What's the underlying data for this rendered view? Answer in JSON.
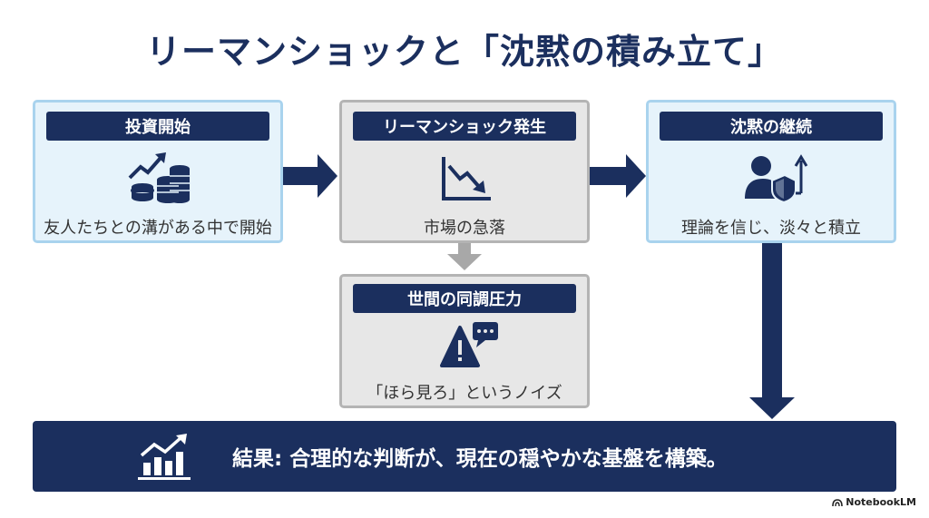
{
  "title": "リーマンショックと「沈黙の積み立て」",
  "cards": {
    "start": {
      "label": "投資開始",
      "caption": "友人たちとの溝がある中で開始"
    },
    "crash": {
      "label": "リーマンショック発生",
      "caption": "市場の急落"
    },
    "continue": {
      "label": "沈黙の継続",
      "caption": "理論を信じ、淡々と積立"
    },
    "pressure": {
      "label": "世間の同調圧力",
      "caption": "「ほら見ろ」というノイズ"
    }
  },
  "result": {
    "text": "結果: 合理的な判断が、現在の穏やかな基盤を構築。"
  },
  "brand": {
    "name": "NotebookLM"
  },
  "colors": {
    "navy": "#1b2f5e",
    "light_blue": "#e6f3fb",
    "gray": "#e7e7e7",
    "arrow_gray": "#a8a8a8"
  },
  "icons": {
    "start": "growth-coins-icon",
    "crash": "decline-chart-icon",
    "continue": "user-shield-up-icon",
    "pressure": "warning-chat-icon",
    "result": "growth-bars-icon",
    "brand": "notebooklm-logo-icon"
  }
}
